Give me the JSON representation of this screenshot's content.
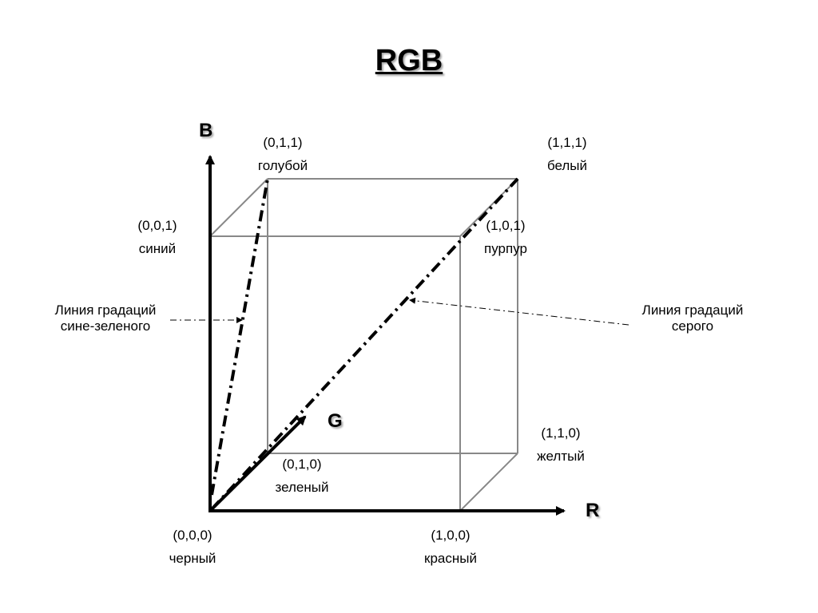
{
  "title": "RGB",
  "axes": {
    "r": "R",
    "g": "G",
    "b": "B"
  },
  "vertices": {
    "black": {
      "coords": "(0,0,0)",
      "name": "черный"
    },
    "red": {
      "coords": "(1,0,0)",
      "name": "красный"
    },
    "green": {
      "coords": "(0,1,0)",
      "name": "зеленый"
    },
    "yellow": {
      "coords": "(1,1,0)",
      "name": "желтый"
    },
    "blue": {
      "coords": "(0,0,1)",
      "name": "синий"
    },
    "magenta": {
      "coords": "(1,0,1)",
      "name": "пурпур"
    },
    "cyan": {
      "coords": "(0,1,1)",
      "name": "голубой"
    },
    "white": {
      "coords": "(1,1,1)",
      "name": "белый"
    }
  },
  "annotations": {
    "blue_green": {
      "line1": "Линия градаций",
      "line2": "сине-зеленого"
    },
    "gray": {
      "line1": "Линия градаций",
      "line2": "серого"
    }
  },
  "colors": {
    "edge": "#888888",
    "axis": "#000000"
  }
}
